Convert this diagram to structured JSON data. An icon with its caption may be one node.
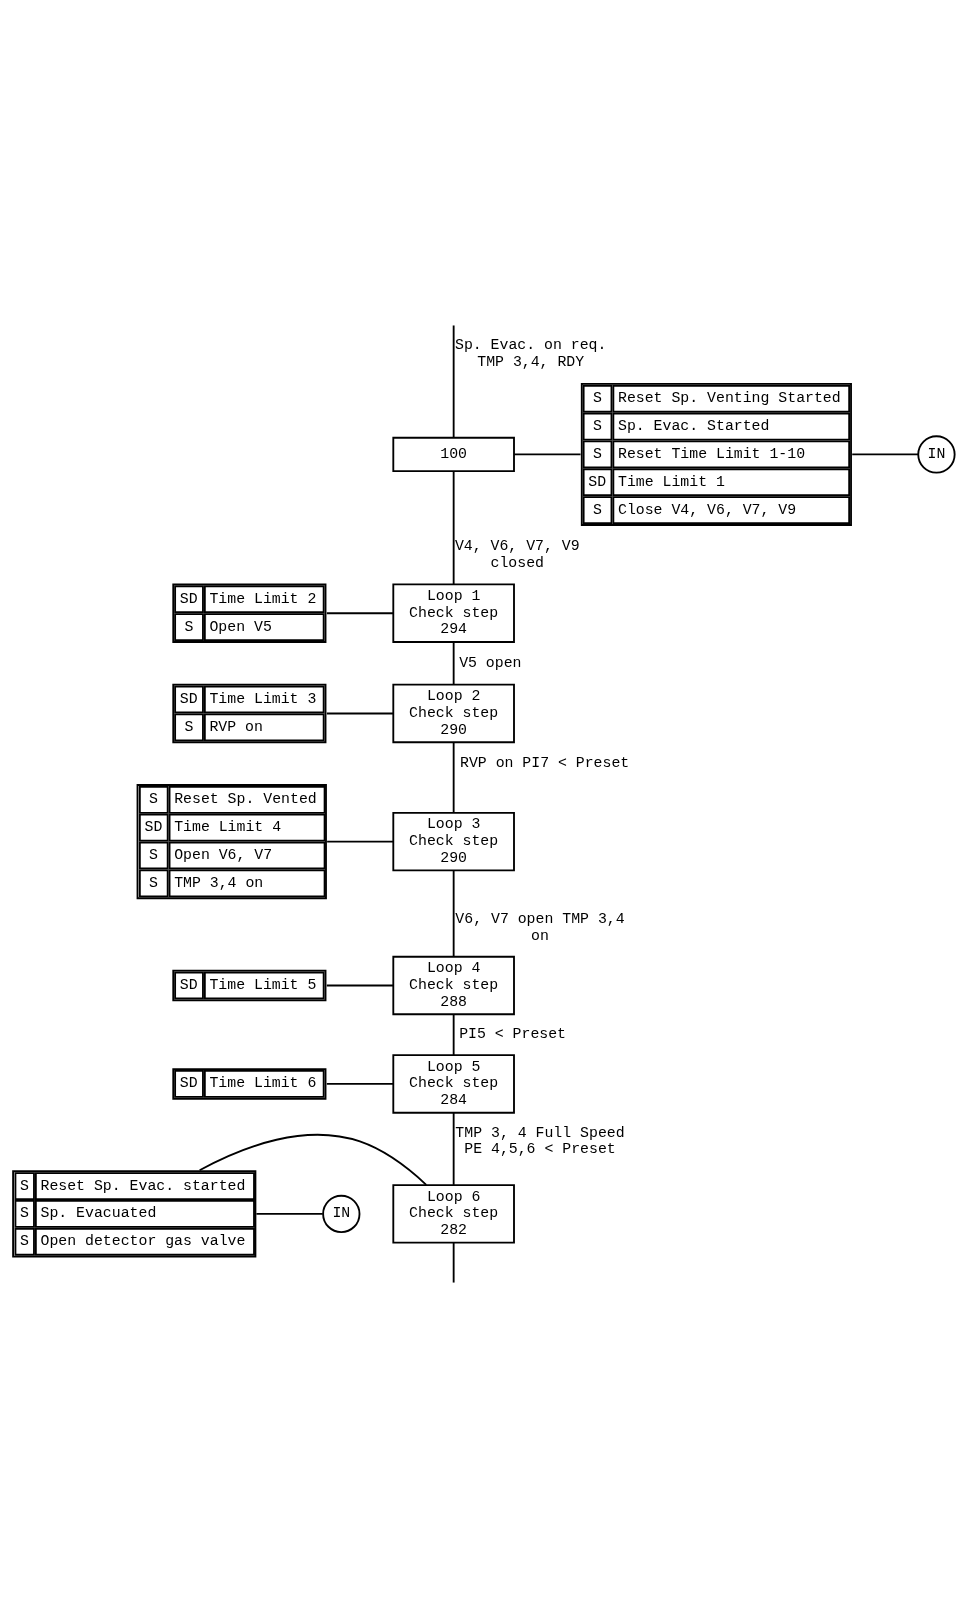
{
  "diagram": {
    "nodes": [
      {
        "text": [
          "100"
        ]
      },
      {
        "text": [
          "S",
          "Reset Sp. Venting Started",
          "S",
          "Sp. Evac. Started",
          "S",
          "Reset Time Limit 1-10",
          "SD",
          "Time Limit 1",
          "S",
          "Close V4, V6, V7, V9"
        ]
      },
      {
        "text": [
          "IN"
        ]
      },
      {
        "text": [
          "Loop 1",
          "Check step",
          "294"
        ]
      },
      {
        "text": [
          "SD",
          "Time Limit 2",
          "S",
          "Open V5"
        ]
      },
      {
        "text": [
          "Loop 2",
          "Check step",
          "290"
        ]
      },
      {
        "text": [
          "SD",
          "Time Limit 3",
          "S",
          "RVP on"
        ]
      },
      {
        "text": [
          "Loop 3",
          "Check step",
          "290"
        ]
      },
      {
        "text": [
          "S",
          "Reset Sp. Vented",
          "SD",
          "Time Limit 4",
          "S",
          "Open V6, V7",
          "S",
          "TMP 3,4 on"
        ]
      },
      {
        "text": [
          "Loop 4",
          "Check step",
          "288"
        ]
      },
      {
        "text": [
          "SD",
          "Time Limit 5"
        ]
      },
      {
        "text": [
          "Loop 5",
          "Check step",
          "284"
        ]
      },
      {
        "text": [
          "SD",
          "Time Limit 6"
        ]
      },
      {
        "text": [
          "Loop 6",
          "Check step",
          "282"
        ]
      },
      {
        "text": [
          "S",
          "Reset Sp. Evac. started",
          "S",
          "Sp. Evacuated",
          "S",
          "Open detector gas valve"
        ]
      },
      {
        "text": [
          "IN"
        ]
      }
    ],
    "edges": [
      {
        "from": null,
        "to": 0,
        "arrow": "none",
        "label": "Sp. Evac. on req. TMP 3,4, RDY"
      },
      {
        "from": 0,
        "to": 1,
        "arrow": "none"
      },
      {
        "from": 1,
        "to": 2,
        "arrow": "none"
      },
      {
        "from": 0,
        "to": 3,
        "arrow": "none",
        "label": "V4, V6, V7, V9 closed"
      },
      {
        "from": 3,
        "to": 4,
        "arrow": "none"
      },
      {
        "from": 3,
        "to": 5,
        "arrow": "none",
        "label": "V5 open"
      },
      {
        "from": 5,
        "to": 6,
        "arrow": "none"
      },
      {
        "from": 5,
        "to": 7,
        "arrow": "none",
        "label": "RVP on PI7 < Preset"
      },
      {
        "from": 7,
        "to": 8,
        "arrow": "none"
      },
      {
        "from": 7,
        "to": 9,
        "arrow": "none",
        "label": "V6, V7 open TMP 3,4 on"
      },
      {
        "from": 9,
        "to": 10,
        "arrow": "none"
      },
      {
        "from": 9,
        "to": 11,
        "arrow": "none",
        "label": "PI5 < Preset"
      },
      {
        "from": 11,
        "to": 12,
        "arrow": "none"
      },
      {
        "from": 11,
        "to": 13,
        "arrow": "none",
        "label": "TMP 3, 4 Full Speed PE 4,5,6 < Preset"
      },
      {
        "from": 13,
        "to": 14,
        "arrow": "none"
      },
      {
        "from": 14,
        "to": 15,
        "arrow": "none"
      },
      {
        "from": 13,
        "to": null,
        "arrow": "none"
      }
    ]
  }
}
